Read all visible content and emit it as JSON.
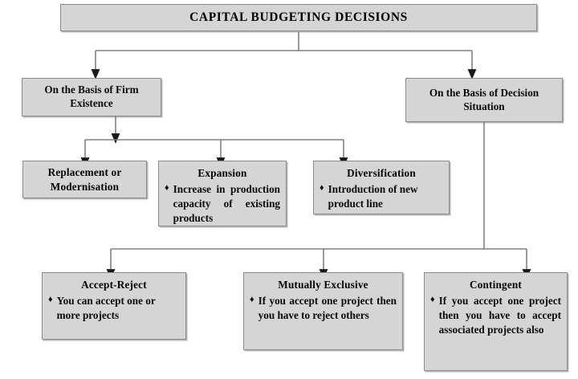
{
  "diagram": {
    "title": "CAPITAL BUDGETING DECISIONS",
    "bullet_glyph": "♦",
    "colors": {
      "box_fill": "#d5d5d5",
      "box_border": "#8d8d8d",
      "connector": "#808080",
      "text": "#0a0a0a",
      "background": "#ffffff"
    },
    "root": {
      "label": "CAPITAL BUDGETING DECISIONS"
    },
    "branches": [
      {
        "id": "firm-existence",
        "label": "On the Basis of Firm Existence",
        "children": [
          {
            "id": "replacement-modernisation",
            "title": "Replacement or Modernisation",
            "bullets": []
          },
          {
            "id": "expansion",
            "title": "Expansion",
            "bullets": [
              "Increase in production capacity of existing products"
            ]
          },
          {
            "id": "diversification",
            "title": "Diversification",
            "bullets": [
              "Introduction of new product line"
            ]
          }
        ]
      },
      {
        "id": "decision-situation",
        "label": "On the Basis of Decision Situation",
        "children": [
          {
            "id": "accept-reject",
            "title": "Accept-Reject",
            "bullets": [
              "You can accept one or more projects"
            ]
          },
          {
            "id": "mutually-exclusive",
            "title": "Mutually Exclusive",
            "bullets": [
              "If you accept one project then you have to reject others"
            ]
          },
          {
            "id": "contingent",
            "title": "Contingent",
            "bullets": [
              "If you accept one project then you have to accept associated projects also"
            ]
          }
        ]
      }
    ]
  }
}
